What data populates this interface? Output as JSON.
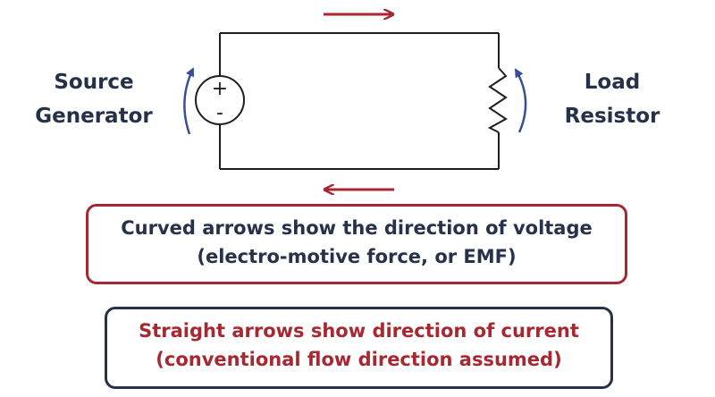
{
  "source": {
    "line1": "Source",
    "line2": "Generator",
    "plus_symbol": "+",
    "minus_symbol": "-"
  },
  "load": {
    "line1": "Load",
    "line2": "Resistor"
  },
  "voltage_note": {
    "line1": "Curved arrows show the direction of  voltage",
    "line2": "(electro-motive force, or EMF)"
  },
  "current_note": {
    "line1": "Straight arrows show direction of current",
    "line2": "(conventional flow direction assumed)"
  },
  "colors": {
    "current_arrow": "#a72830",
    "voltage_arrow": "#3a4f93",
    "wire": "#1e1e1e",
    "label_text": "#243148"
  },
  "icons": {
    "current_arrow_top": "arrow-right-icon",
    "current_arrow_bottom": "arrow-left-icon",
    "voltage_arrow": "curved-arrow-up-icon"
  }
}
